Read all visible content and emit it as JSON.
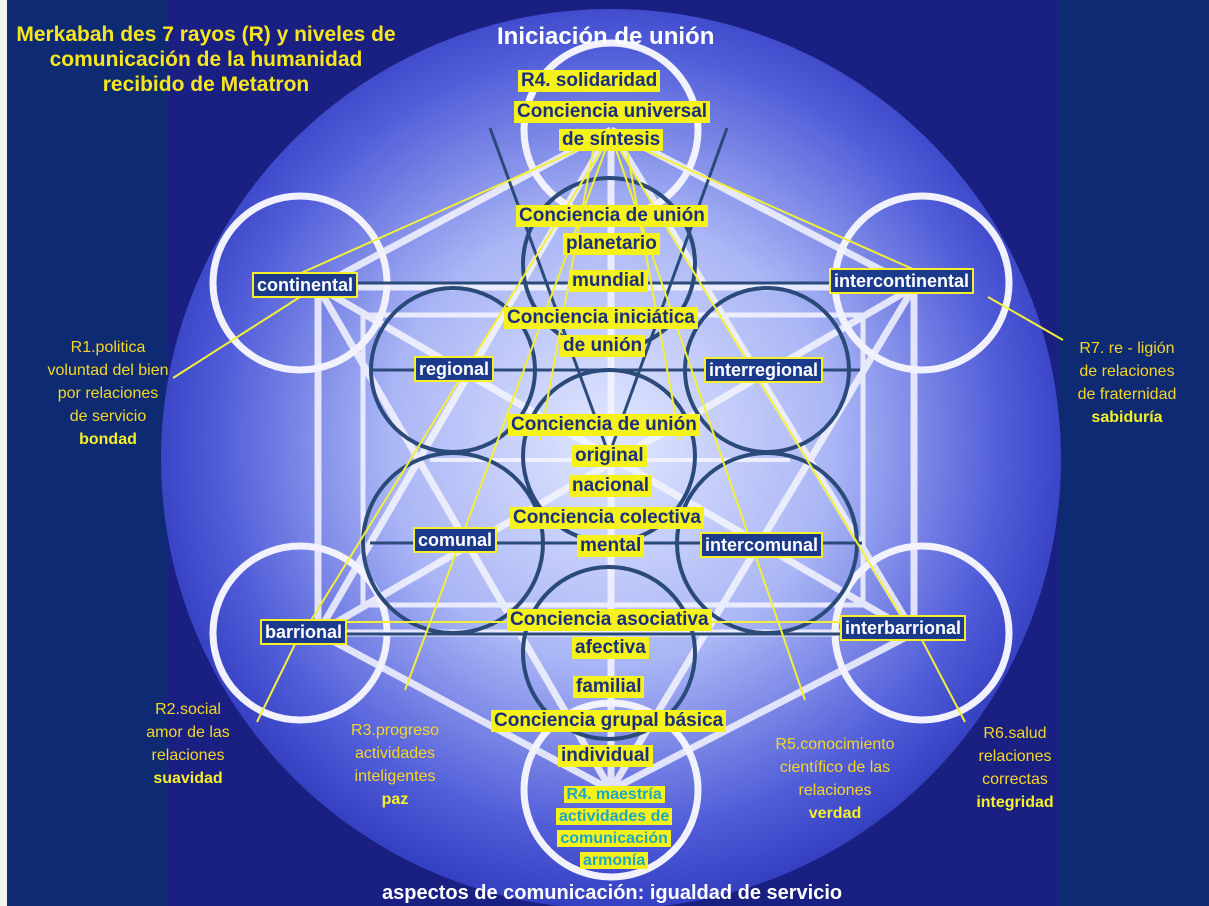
{
  "title_block": {
    "line1": "Merkabah des 7 rayos (R) y niveles  de",
    "line2": "comunicación de la humanidad",
    "line3": "recibido de  Metatron"
  },
  "top_title": "Iniciación de unión",
  "bottom_title": "aspectos de comunicación: igualdad de servicio",
  "consciousness_levels": [
    "R4. solidaridad",
    "Conciencia universal",
    "de síntesis",
    "Conciencia de unión",
    "planetario",
    "mundial",
    "Conciencia iniciática",
    "de unión",
    "Conciencia  de unión",
    "original",
    "nacional",
    "Conciencia colectiva",
    "mental",
    "Conciencia asociativa",
    "afectiva",
    "familial",
    "Conciencia grupal básica",
    "individual"
  ],
  "r4_bottom": [
    "R4. maestría",
    "actividades de",
    "comunicación",
    "armonía"
  ],
  "node_labels": {
    "continental": "continental",
    "intercontinental": "intercontinental",
    "regional": "regional",
    "interregional": "interregional",
    "comunal": "comunal",
    "intercomunal": "intercomunal",
    "barrional": "barrional",
    "interbarrional": "interbarrional"
  },
  "rays": {
    "r1": {
      "lines": [
        "R1.politica",
        "voluntad del bien",
        "por relaciones",
        "de servicio"
      ],
      "virtue": "bondad"
    },
    "r2": {
      "lines": [
        "R2.social",
        "amor de las",
        "relaciones"
      ],
      "virtue": "suavidad"
    },
    "r3": {
      "lines": [
        "R3.progreso",
        "actividades",
        "inteligentes"
      ],
      "virtue": "paz"
    },
    "r5": {
      "lines": [
        "R5.conocimiento",
        "científico de las",
        "relaciones"
      ],
      "virtue": "verdad"
    },
    "r6": {
      "lines": [
        "R6.salud",
        "relaciones",
        "correctas"
      ],
      "virtue": "integridad"
    },
    "r7": {
      "lines": [
        "R7. re - ligión",
        "de relaciones",
        "de fraternidad"
      ],
      "virtue": "sabiduría"
    }
  },
  "colors": {
    "outer_background": "#0e2a73",
    "inner_background": "#1a1f82",
    "sphere_light": "#dde3ff",
    "sphere_dark": "#2a35b8",
    "highlight": "#f4f21a",
    "ray_text": "#f4d62a",
    "circle_stroke": "#2a4a7a",
    "lines": "#f2ef3a"
  }
}
